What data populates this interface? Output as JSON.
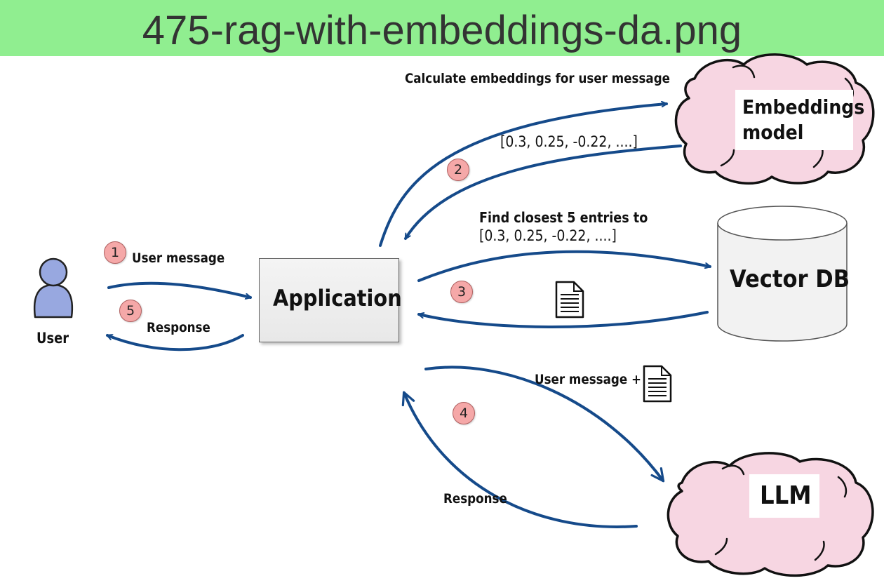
{
  "banner": {
    "title": "475-rag-with-embeddings-da.png"
  },
  "nodes": {
    "user": "User",
    "application": "Application",
    "embeddings_model_line1": "Embeddings",
    "embeddings_model_line2": "model",
    "vector_db": "Vector DB",
    "llm": "LLM"
  },
  "edges": {
    "user_message": "User message",
    "response_to_user": "Response",
    "calc_embeddings": "Calculate embeddings for user message",
    "embedding_vector": "[0.3, 0.25, -0.22, ....]",
    "find_closest_line1": "Find closest 5 entries to",
    "find_closest_line2": "[0.3, 0.25, -0.22, ....]",
    "user_message_plus": "User message +",
    "llm_response": "Response"
  },
  "steps": [
    "1",
    "2",
    "3",
    "4",
    "5"
  ],
  "colors": {
    "banner": "#90ee90",
    "arrow": "#154a8a",
    "badge": "#f5a8a8",
    "cloud_fill": "#f7d6e2",
    "user_figure": "#98a8e0"
  },
  "icons": [
    "user-figure-icon",
    "document-icon",
    "cloud-shape",
    "database-cylinder"
  ]
}
